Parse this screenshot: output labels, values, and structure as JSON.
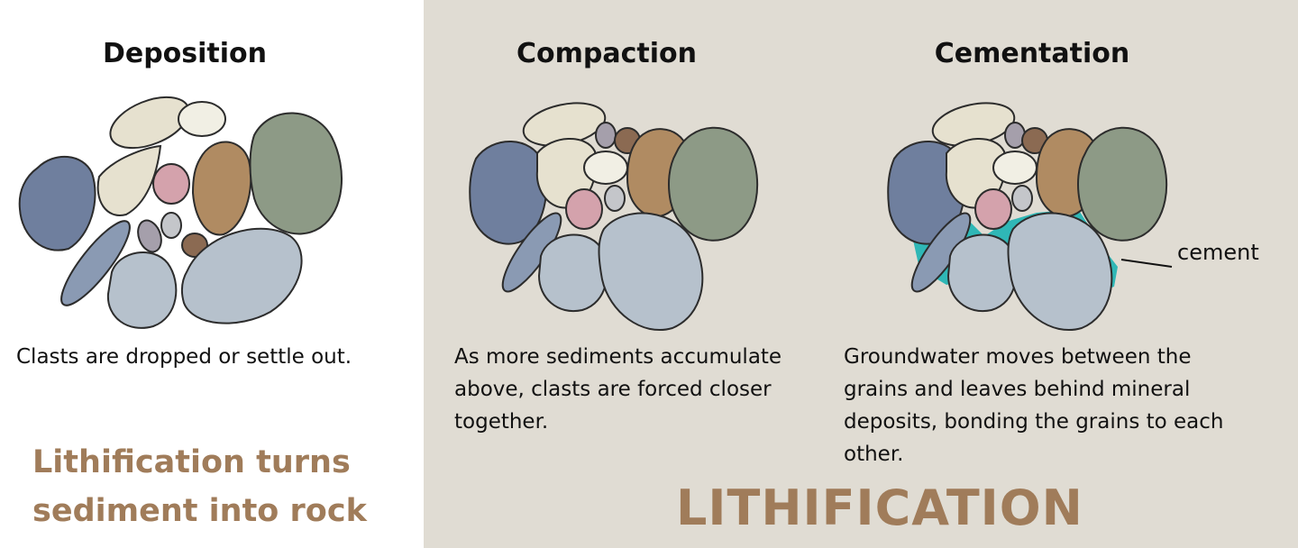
{
  "panels": {
    "deposition": {
      "title": "Deposition",
      "caption": "Clasts are dropped or settle out."
    },
    "compaction": {
      "title": "Compaction",
      "caption_lines": [
        "As more sediments accumulate",
        "above, clasts are forced closer",
        "together."
      ]
    },
    "cementation": {
      "title": "Cementation",
      "caption_lines": [
        "Groundwater moves between the",
        "grains and leaves behind mineral",
        "deposits, bonding the grains to each",
        "other."
      ],
      "label": "cement"
    }
  },
  "tagline": {
    "emphasis": "Lithification",
    "rest_line1": " turns",
    "line2": "sediment into rock"
  },
  "footer_title": "LITHIFICATION",
  "colors": {
    "left_background": "#ffffff",
    "right_background": "#e0dcd3",
    "accent_brown": "#a07c5a",
    "cement_teal": "#2fb7b6",
    "clast_blue": "#6f7f9e",
    "clast_cream": "#e6e1cf",
    "clast_pink": "#d4a2ac",
    "clast_tan": "#b08b62",
    "clast_green": "#8d9a86",
    "clast_pale_blue": "#b6c1cc",
    "clast_brown": "#8b6a52"
  }
}
